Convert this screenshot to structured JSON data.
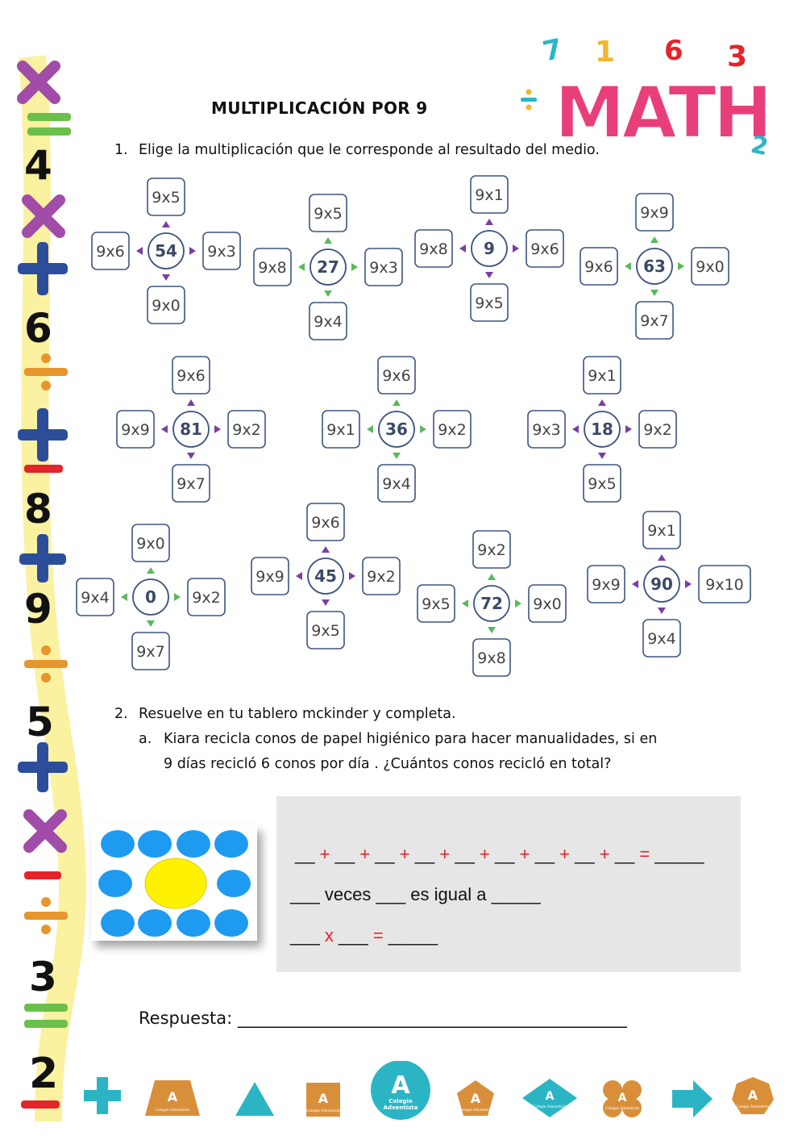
{
  "header": {
    "title": "MULTIPLICACIÓN POR 9",
    "logo_text": "MATH",
    "logo_digits": [
      "7",
      "1",
      "6",
      "3",
      "2"
    ]
  },
  "question1": {
    "number": "1.",
    "text": "Elige la multiplicación que le corresponde al resultado del medio."
  },
  "clusters": [
    {
      "center": "54",
      "top": "9x5",
      "left": "9x6",
      "right": "9x3",
      "bottom": "9x0"
    },
    {
      "center": "27",
      "top": "9x5",
      "left": "9x8",
      "right": "9x3",
      "bottom": "9x4"
    },
    {
      "center": "9",
      "top": "9x1",
      "left": "9x8",
      "right": "9x6",
      "bottom": "9x5"
    },
    {
      "center": "63",
      "top": "9x9",
      "left": "9x6",
      "right": "9x0",
      "bottom": "9x7"
    },
    {
      "center": "81",
      "top": "9x6",
      "left": "9x9",
      "right": "9x2",
      "bottom": "9x7"
    },
    {
      "center": "36",
      "top": "9x6",
      "left": "9x1",
      "right": "9x2",
      "bottom": "9x4"
    },
    {
      "center": "18",
      "top": "9x1",
      "left": "9x3",
      "right": "9x2",
      "bottom": "9x5"
    },
    {
      "center": "0",
      "top": "9x0",
      "left": "9x4",
      "right": "9x2",
      "bottom": "9x7"
    },
    {
      "center": "45",
      "top": "9x6",
      "left": "9x9",
      "right": "9x2",
      "bottom": "9x5"
    },
    {
      "center": "72",
      "top": "9x2",
      "left": "9x5",
      "right": "9x0",
      "bottom": "9x8"
    },
    {
      "center": "90",
      "top": "9x1",
      "left": "9x9",
      "right": "9x10",
      "bottom": "9x4"
    }
  ],
  "question2": {
    "number": "2.",
    "text": "Resuelve en tu tablero mckinder y completa.",
    "sub_letter": "a.",
    "sub_line1": "Kiara recicla conos de papel higiénico para hacer manualidades, si en",
    "sub_line2": "9 días recicló 6 conos por día . ¿Cuántos conos recicló en total?"
  },
  "equations": {
    "blank_short": "__",
    "blank_mid": "___",
    "blank_long": "_____",
    "plus": "+",
    "equals": "=",
    "times": "x",
    "line2_veces": "veces",
    "line2_igual": "es igual a"
  },
  "answer": {
    "label": "Respuesta:",
    "line": "______________________________________________"
  },
  "badges": {
    "small": "Colegio Adventista",
    "large_1": "Colegio",
    "large_2": "Adventista"
  },
  "colors": {
    "frame_blue": "#3d5580",
    "arrow_purple": "#7a3fa0",
    "arrow_green": "#5cb85c",
    "red": "#e4242b",
    "board_blue": "#1e9bf0",
    "board_yellow": "#fff200",
    "gray_box": "#e6e6e6",
    "badge_orange": "#d98f3a",
    "badge_teal": "#2bb5c4"
  },
  "icons": [
    "plus-icon",
    "triangle-icon",
    "arrow-right-icon",
    "multiply-icon",
    "minus-icon",
    "divide-icon",
    "equals-icon"
  ]
}
